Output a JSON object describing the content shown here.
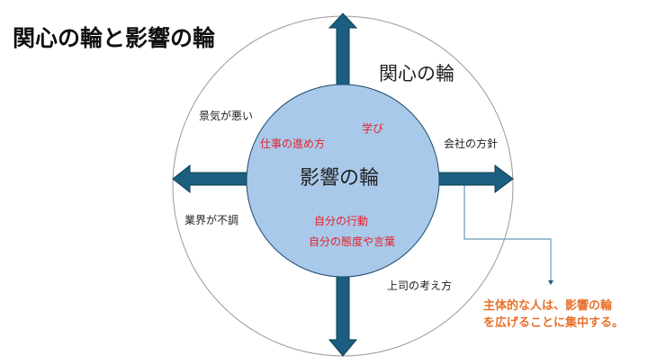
{
  "title": "関心の輪と影響の輪",
  "circle_of_concern": {
    "label": "関心の輪",
    "items": [
      "景気が悪い",
      "会社の方針",
      "業界が不調",
      "上司の考え方"
    ]
  },
  "circle_of_influence": {
    "label": "影響の輪",
    "items": [
      "学び",
      "仕事の進め方",
      "自分の行動",
      "自分の態度や言葉"
    ]
  },
  "note": {
    "line1": "主体的な人は、影響の輪",
    "line2": "を広げることに集中する。"
  },
  "colors": {
    "inner_fill": "#a9c9ea",
    "arrow": "#1b5e80",
    "influence_text": "#e8202a",
    "note_text": "#e8702a",
    "connector": "#6a9ab8"
  }
}
